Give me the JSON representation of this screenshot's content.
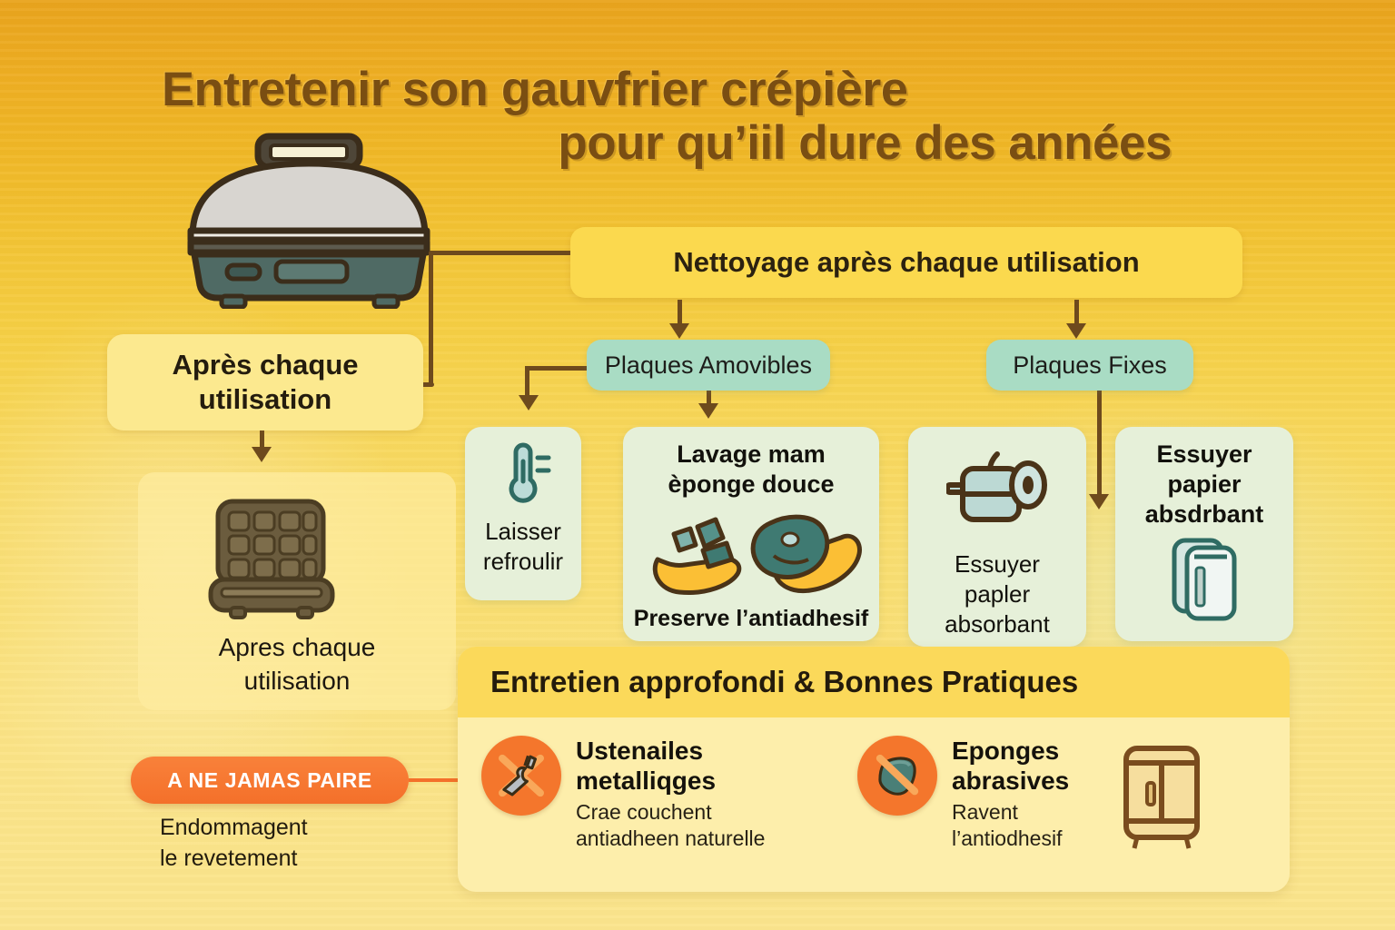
{
  "title": {
    "line1": "Entretenir son gauvfrier crépière",
    "line2": "pour qu’iil dure des années"
  },
  "flow": {
    "main_header": "Nettoyage après chaque utilisation",
    "left_box": "Après chaque utilisation",
    "branch_removable": "Plaques Amovibles",
    "branch_fixed": "Plaques Fixes"
  },
  "left_column": {
    "caption_line1": "Apres chaque",
    "caption_line2": "utilisation",
    "never_badge": "A NE JAMAS PAIRE",
    "never_desc_line1": "Endommagent",
    "never_desc_line2": "le revetement",
    "icon": "open-waffle-iron-icon"
  },
  "cards": [
    {
      "id": "cool-down",
      "title_lines": [],
      "caption_lines": [
        "Laisser",
        "refroulir"
      ],
      "sub": "",
      "icon": "thermometer-icon"
    },
    {
      "id": "hand-wash",
      "title_lines": [
        "Lavage mam",
        "èponge douce"
      ],
      "caption_lines": [],
      "sub": "Preserve l’antiadhesif",
      "icon": "hands-sponge-icon"
    },
    {
      "id": "wipe-paper-left",
      "title_lines": [],
      "caption_lines": [
        "Essuyer",
        "papler",
        "absorbant"
      ],
      "sub": "",
      "icon": "paper-towel-roll-icon"
    },
    {
      "id": "wipe-paper-right",
      "title_lines": [
        "Essuyer",
        "papier",
        "absdrbant"
      ],
      "caption_lines": [],
      "sub": "",
      "icon": "cloth-sheet-icon"
    }
  ],
  "deep_care": {
    "header": "Entretien approfondi & Bonnes Pratiques",
    "items": [
      {
        "title_line1": "Ustenailes",
        "title_line2": "metalliqges",
        "sub_line1": "Crae couchent",
        "sub_line2": "antiadheen naturelle",
        "icon": "no-metal-utensils-icon"
      },
      {
        "title_line1": "Eponges",
        "title_line2": "abrasives",
        "sub_line1": "Ravent",
        "sub_line2": "l’antiodhesif",
        "icon": "no-abrasive-sponge-icon"
      }
    ],
    "storage_icon": "cabinet-icon"
  },
  "hero_icon": "closed-waffle-maker-icon",
  "colors": {
    "background_top": "#e9a41d",
    "background_bottom": "#fbe58d",
    "yellow_box": "#fbd94e",
    "green_pill": "#a9dcc4",
    "leaf_card": "#e6f0d9",
    "connector": "#6e4a1d",
    "title_text": "#7a4e12",
    "alert_orange": "#f4702a",
    "panel_cream": "#fdeeab"
  }
}
